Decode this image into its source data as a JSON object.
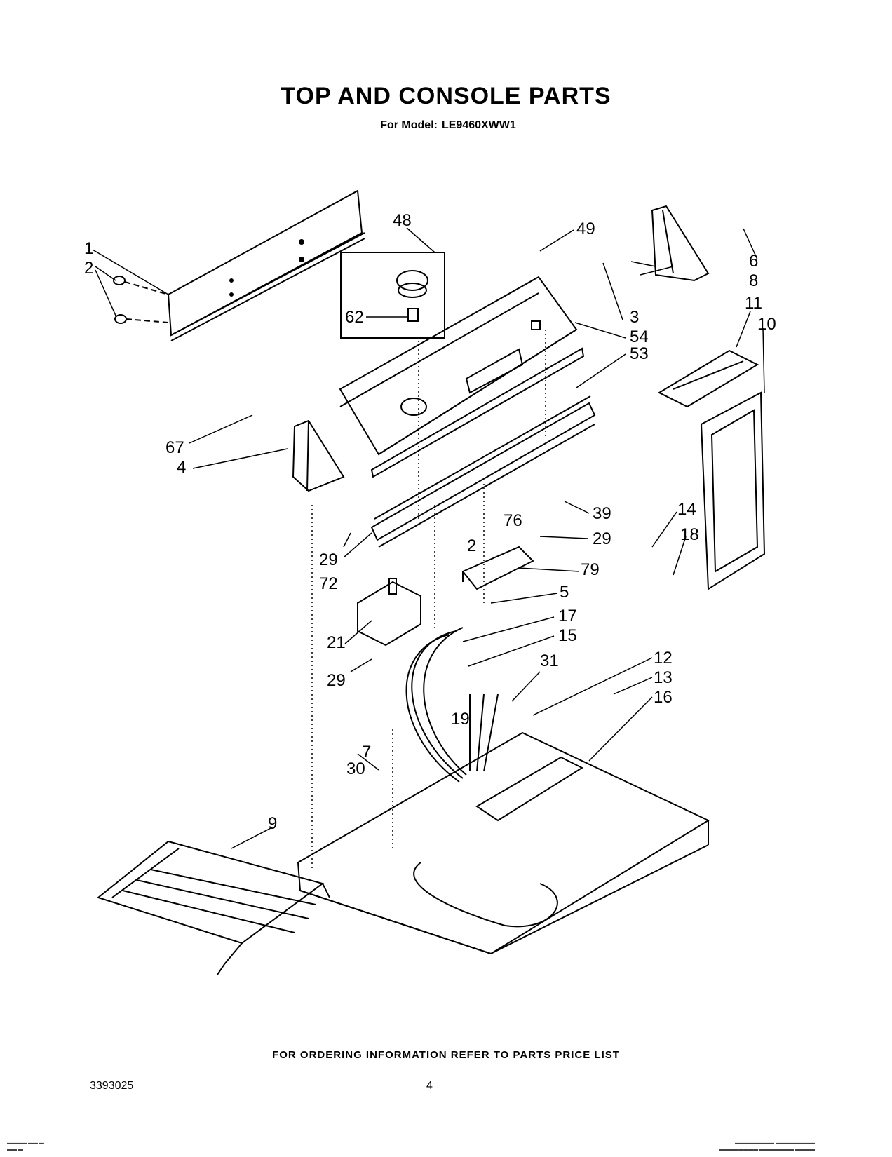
{
  "header": {
    "title": "TOP AND CONSOLE PARTS",
    "model_label": "For Model:",
    "model_number": "LE9460XWW1"
  },
  "callouts": {
    "c1": "1",
    "c2a": "2",
    "c48": "48",
    "c49": "49",
    "c6": "6",
    "c8": "8",
    "c3": "3",
    "c11": "11",
    "c10": "10",
    "c54": "54",
    "c53": "53",
    "c62": "62",
    "c67": "67",
    "c4": "4",
    "c39": "39",
    "c76": "76",
    "c29a": "29",
    "c29b": "29",
    "c72": "72",
    "c2b": "2",
    "c14": "14",
    "c18": "18",
    "c79": "79",
    "c5": "5",
    "c17": "17",
    "c15": "15",
    "c21": "21",
    "c31": "31",
    "c29c": "29",
    "c12": "12",
    "c13": "13",
    "c16": "16",
    "c19": "19",
    "c7": "7",
    "c30": "30",
    "c9": "9"
  },
  "footer": {
    "ordering_note": "FOR ORDERING INFORMATION REFER TO PARTS PRICE LIST",
    "document_number": "3393025",
    "page_number": "4"
  }
}
